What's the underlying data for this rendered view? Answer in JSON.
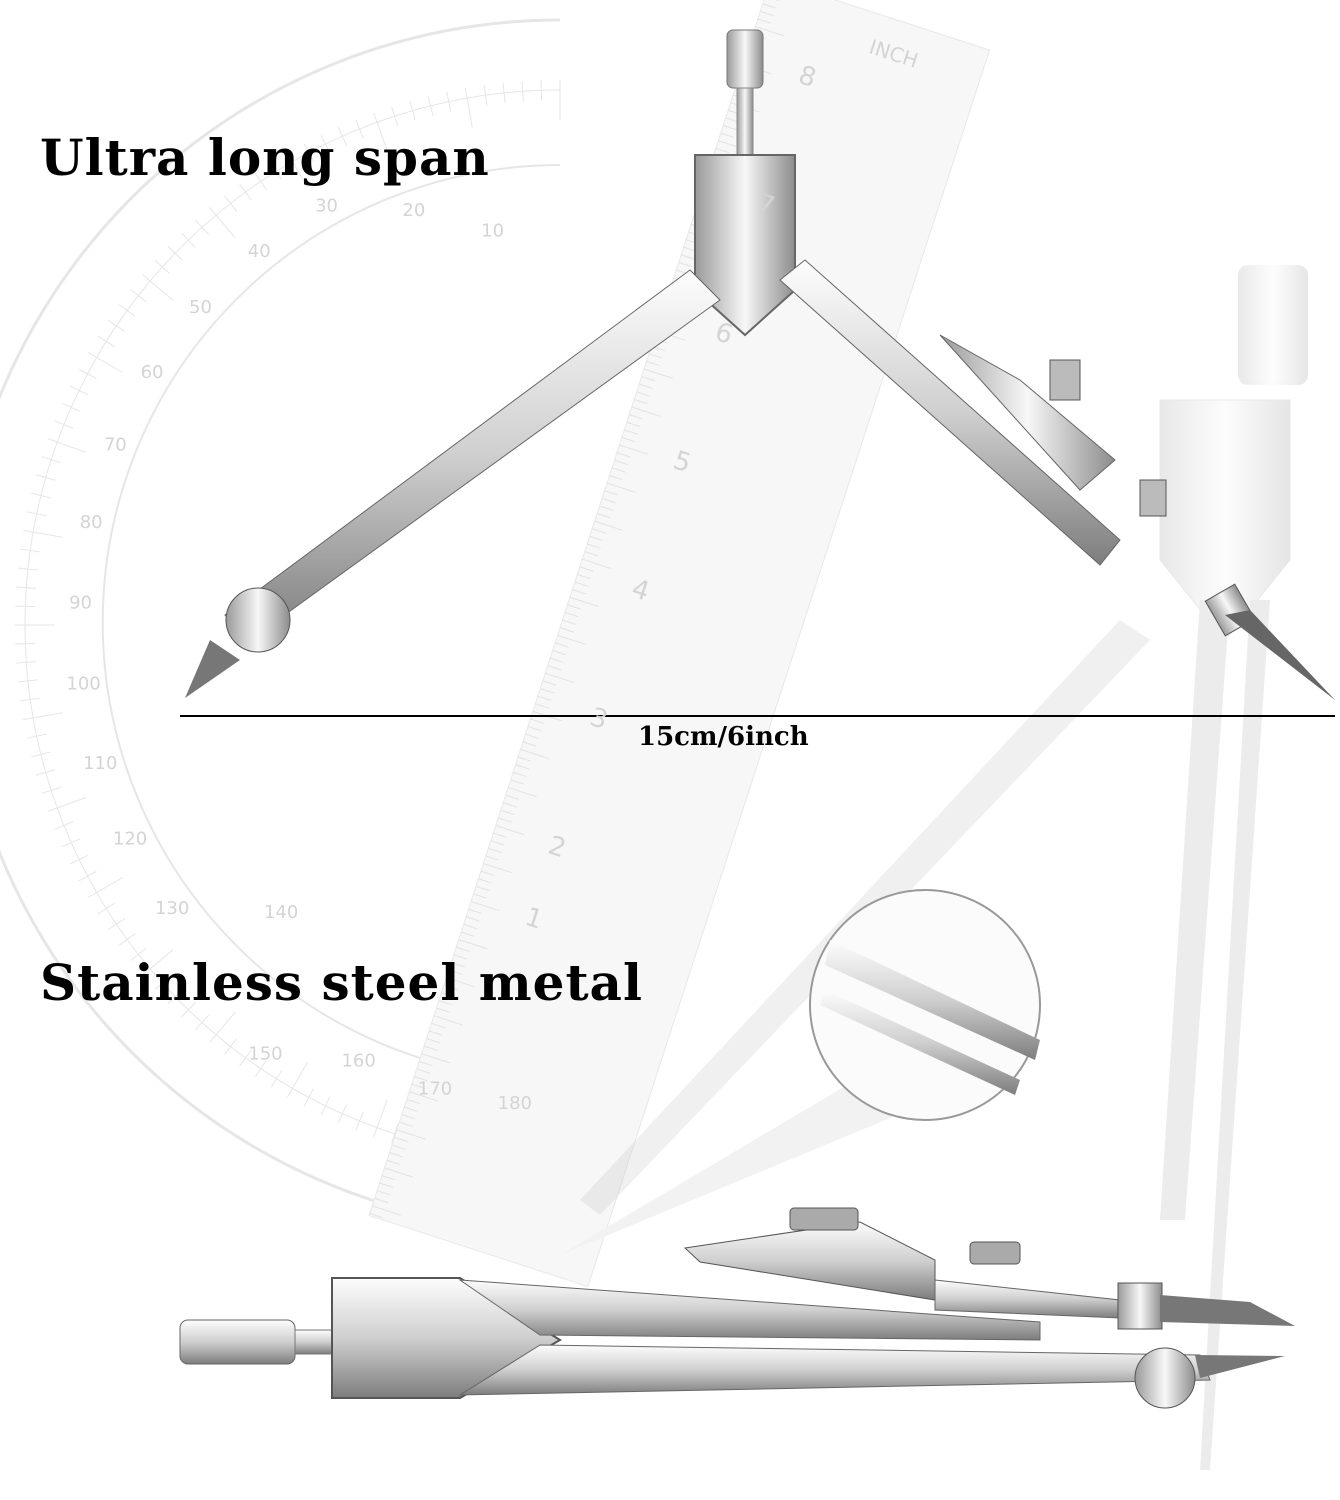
{
  "captions": {
    "headline_top": "Ultra long span",
    "span_measure": "15cm/6inch",
    "headline_bottom": "Stainless steel metal"
  },
  "colors": {
    "text": "#000000",
    "background": "#ffffff",
    "steel_light": "#f2f2f2",
    "steel_dark": "#8a8a8a",
    "protractor_faint": "#e4e4e4"
  },
  "protractor_scale_labels": [
    "10",
    "20",
    "30",
    "40",
    "50",
    "60",
    "70",
    "80",
    "90",
    "100",
    "110",
    "120",
    "130",
    "140",
    "150",
    "160",
    "170",
    "180"
  ],
  "ruler_labels": [
    "1",
    "2",
    "3",
    "4",
    "5",
    "6",
    "7",
    "8"
  ],
  "ruler_unit": "INCH"
}
